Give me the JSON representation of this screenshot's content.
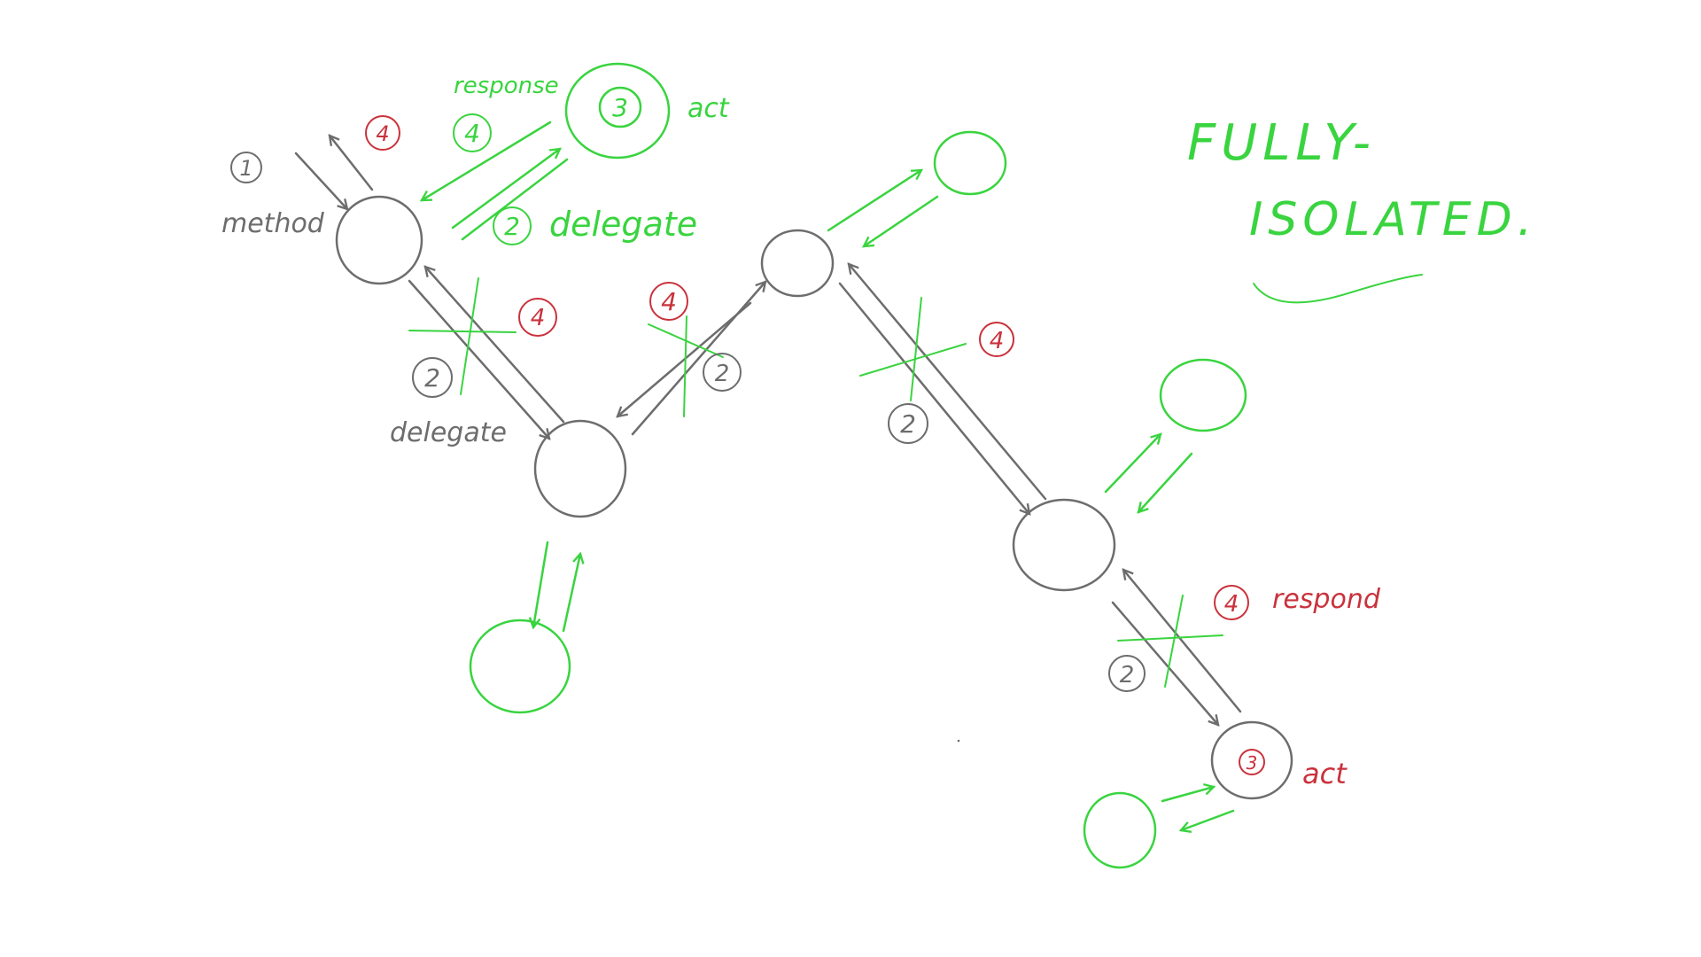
{
  "colors": {
    "gray": "#6d6d6d",
    "green": "#39d43f",
    "red": "#c9323c",
    "background": "#ffffff"
  },
  "labels": {
    "step1": "1",
    "method": "method",
    "step4_red_top": "4",
    "response": "response",
    "step4_green_top": "4",
    "step3_green_top": "3",
    "act_green": "act",
    "step2_green": "2",
    "delegate_green": "delegate",
    "step4_red_mid": "4",
    "step2_gray_left": "2",
    "delegate_gray": "delegate",
    "step4_red_center": "4",
    "step2_gray_center": "2",
    "step4_red_right": "4",
    "step2_gray_right": "2",
    "step4_red_bottom": "4",
    "respond": "respond",
    "step2_gray_bottom": "2",
    "step3_red": "3",
    "act_red": "act",
    "fully": "FULLY-",
    "isolated": "ISOLATED."
  }
}
